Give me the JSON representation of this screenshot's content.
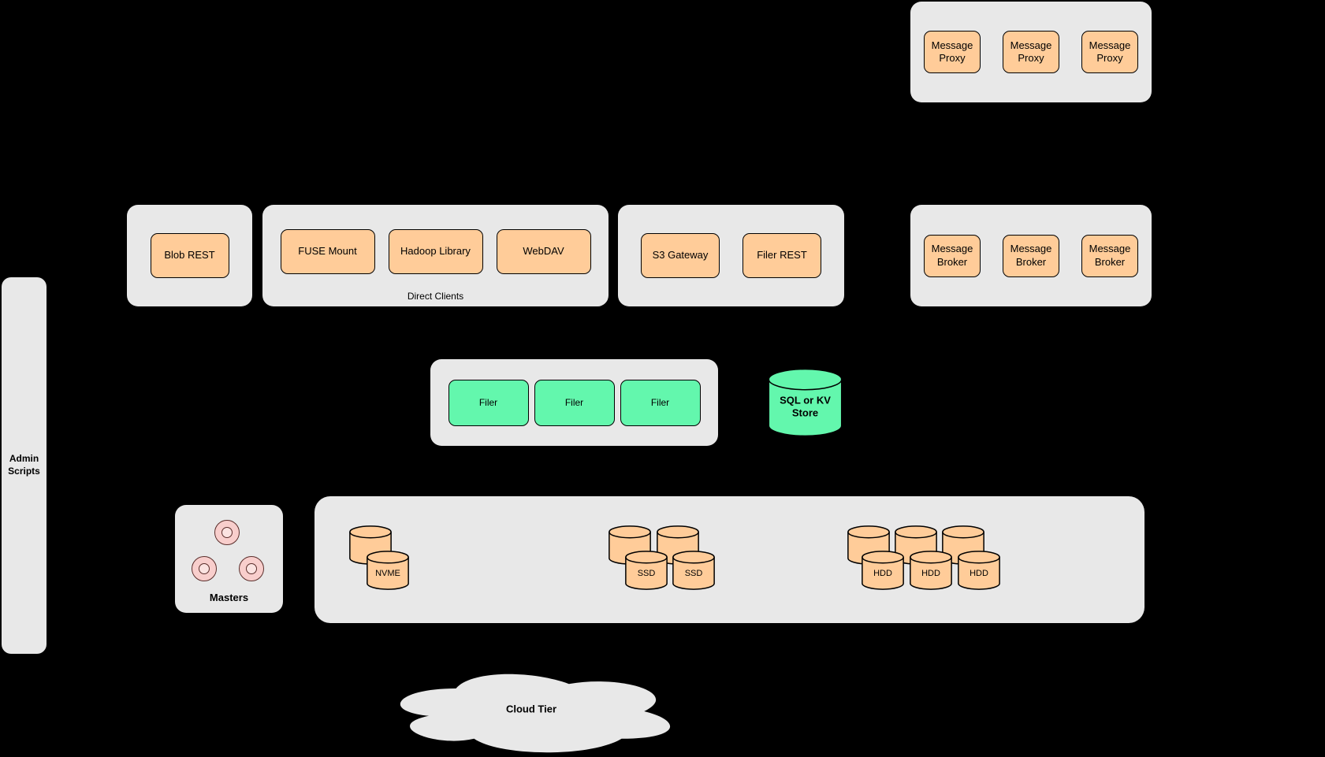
{
  "colors": {
    "background": "#000000",
    "panel_gray": "#E8E8E8",
    "node_orange": "#FFCC99",
    "node_green": "#63F7AD",
    "master_pink": "#F8CECC",
    "border": "#000000"
  },
  "proxies": {
    "items": [
      "Message Proxy",
      "Message Proxy",
      "Message Proxy"
    ]
  },
  "blob": {
    "items": [
      "Blob REST"
    ]
  },
  "direct_clients": {
    "caption": "Direct Clients",
    "items": [
      "FUSE Mount",
      "Hadoop Library",
      "WebDAV"
    ]
  },
  "gateways": {
    "items": [
      "S3 Gateway",
      "Filer REST"
    ]
  },
  "brokers": {
    "items": [
      "Message Broker",
      "Message Broker",
      "Message Broker"
    ]
  },
  "filers": {
    "items": [
      "Filer",
      "Filer",
      "Filer"
    ]
  },
  "store": {
    "label": "SQL or KV Store"
  },
  "admin": {
    "label": "Admin Scripts"
  },
  "masters": {
    "label": "Masters"
  },
  "volumes": {
    "nvme": {
      "label": "NVME"
    },
    "ssd": {
      "labels": [
        "SSD",
        "SSD"
      ]
    },
    "hdd": {
      "labels": [
        "HDD",
        "HDD",
        "HDD"
      ]
    }
  },
  "cloud": {
    "label": "Cloud Tier"
  }
}
